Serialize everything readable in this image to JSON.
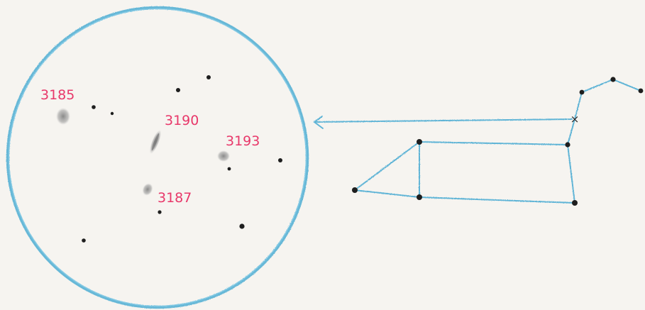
{
  "colors": {
    "paper": "#f6f4f0",
    "pencil_blue": "#5fb4d6",
    "ink_red": "#e8386a",
    "star": "#1e1e1e",
    "galaxy": "#8a8a8a"
  },
  "field_of_view": {
    "galaxy_labels": [
      "3185",
      "3190",
      "3193",
      "3187"
    ]
  },
  "constellation": {
    "marker_symbol": "×",
    "has_pointer_arrow": true
  }
}
